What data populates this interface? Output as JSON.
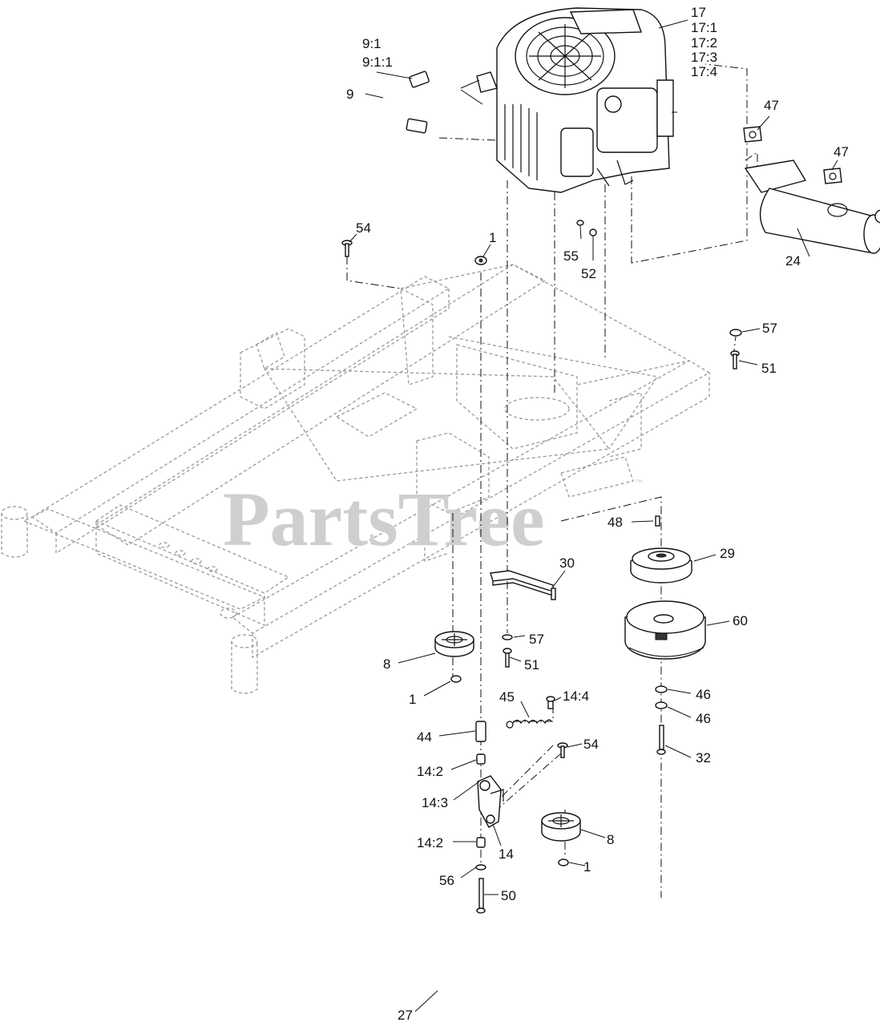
{
  "watermark": {
    "text": "PartsTree",
    "trademark": "™"
  },
  "callouts": {
    "engine": [
      "17",
      "17:1",
      "17:2",
      "17:3",
      "17:4"
    ],
    "fuel_line": [
      "9:1",
      "9:1:1",
      "9"
    ],
    "gasket_a": "47",
    "gasket_b": "47",
    "muffler": "24",
    "bolt_54_top": "54",
    "nut_1_top": "1",
    "washer_55": "55",
    "nut_52": "52",
    "washer_57_right": "57",
    "bolt_51_right": "51",
    "key_48": "48",
    "pulley_29": "29",
    "bracket_30": "30",
    "washer_57_mid": "57",
    "bolt_51_mid": "51",
    "clutch_60": "60",
    "idler_8_left": "8",
    "nut_1_left": "1",
    "spring_45": "45",
    "stud_14_4": "14:4",
    "washer_46_a": "46",
    "washer_46_b": "46",
    "bolt_32": "32",
    "spacer_44": "44",
    "bolt_54_low": "54",
    "bushing_14_2_a": "14:2",
    "arm_14_3": "14:3",
    "idler_8_right": "8",
    "bushing_14_2_b": "14:2",
    "idler_arm_14": "14",
    "nut_1_low": "1",
    "washer_56": "56",
    "bolt_50": "50",
    "belt_27": "27"
  }
}
